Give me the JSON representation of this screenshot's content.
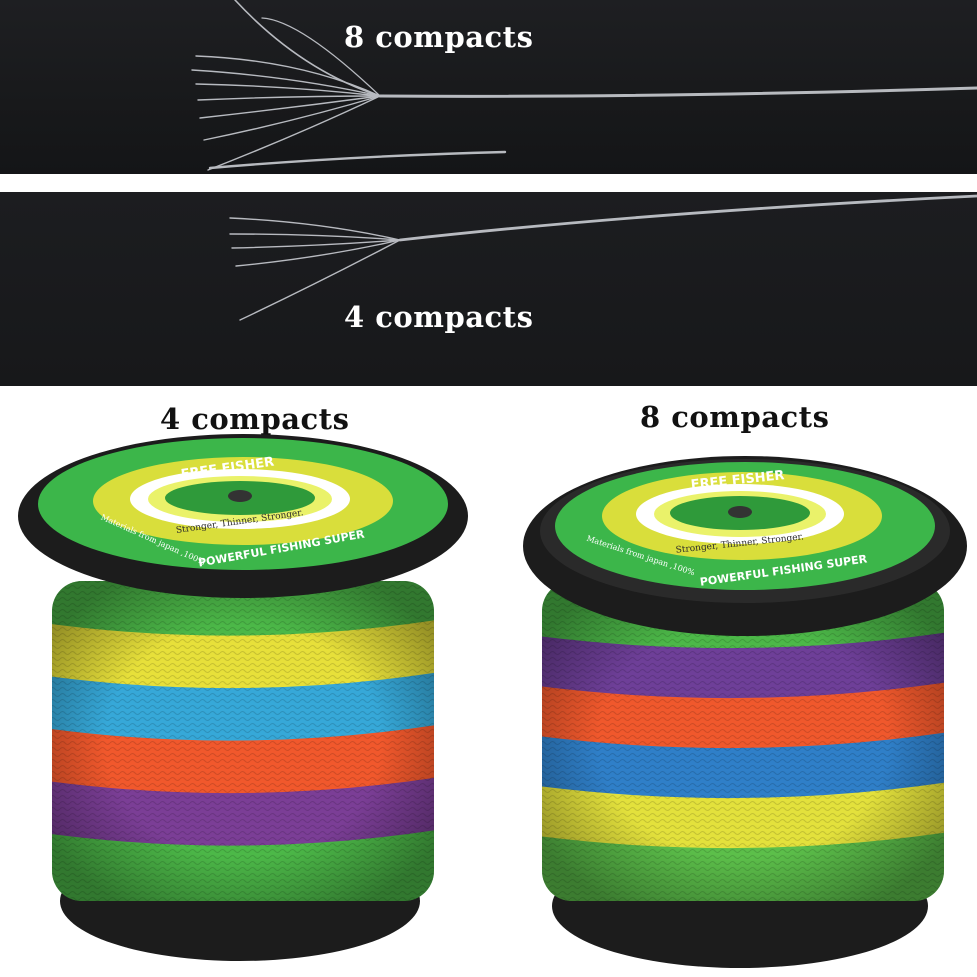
{
  "captions": {
    "top_panel": "8 compacts",
    "middle_panel": "4 compacts",
    "left_spool": "4 compacts",
    "right_spool": "8 compacts"
  },
  "spool_label": {
    "brand": "FREE FISHER",
    "slogan": "Stronger, Thinner, Stronger.",
    "tagline": "POWERFUL FISHING SUPER",
    "origin": "Materials from japan ,100%"
  },
  "colors": {
    "panel_bg": "#1b1c1f",
    "fiber": "#c9ccd2",
    "spool_rim": "#1c1c1c",
    "label_green": "#3cb64a",
    "line_yellow": "#e7e03a",
    "line_blue": "#36a8d8",
    "line_orange": "#f1582c",
    "line_purple": "#7b3e96",
    "line_green": "#4cb848"
  },
  "left_spool_bands": [
    "#4cb848",
    "#e7e03a",
    "#36a8d8",
    "#f1582c",
    "#7b3e96",
    "#4cb848"
  ],
  "right_spool_bands": [
    "#4cb848",
    "#6e3f98",
    "#f0582c",
    "#2f7fc8",
    "#e3e13c",
    "#5cbf4a"
  ]
}
